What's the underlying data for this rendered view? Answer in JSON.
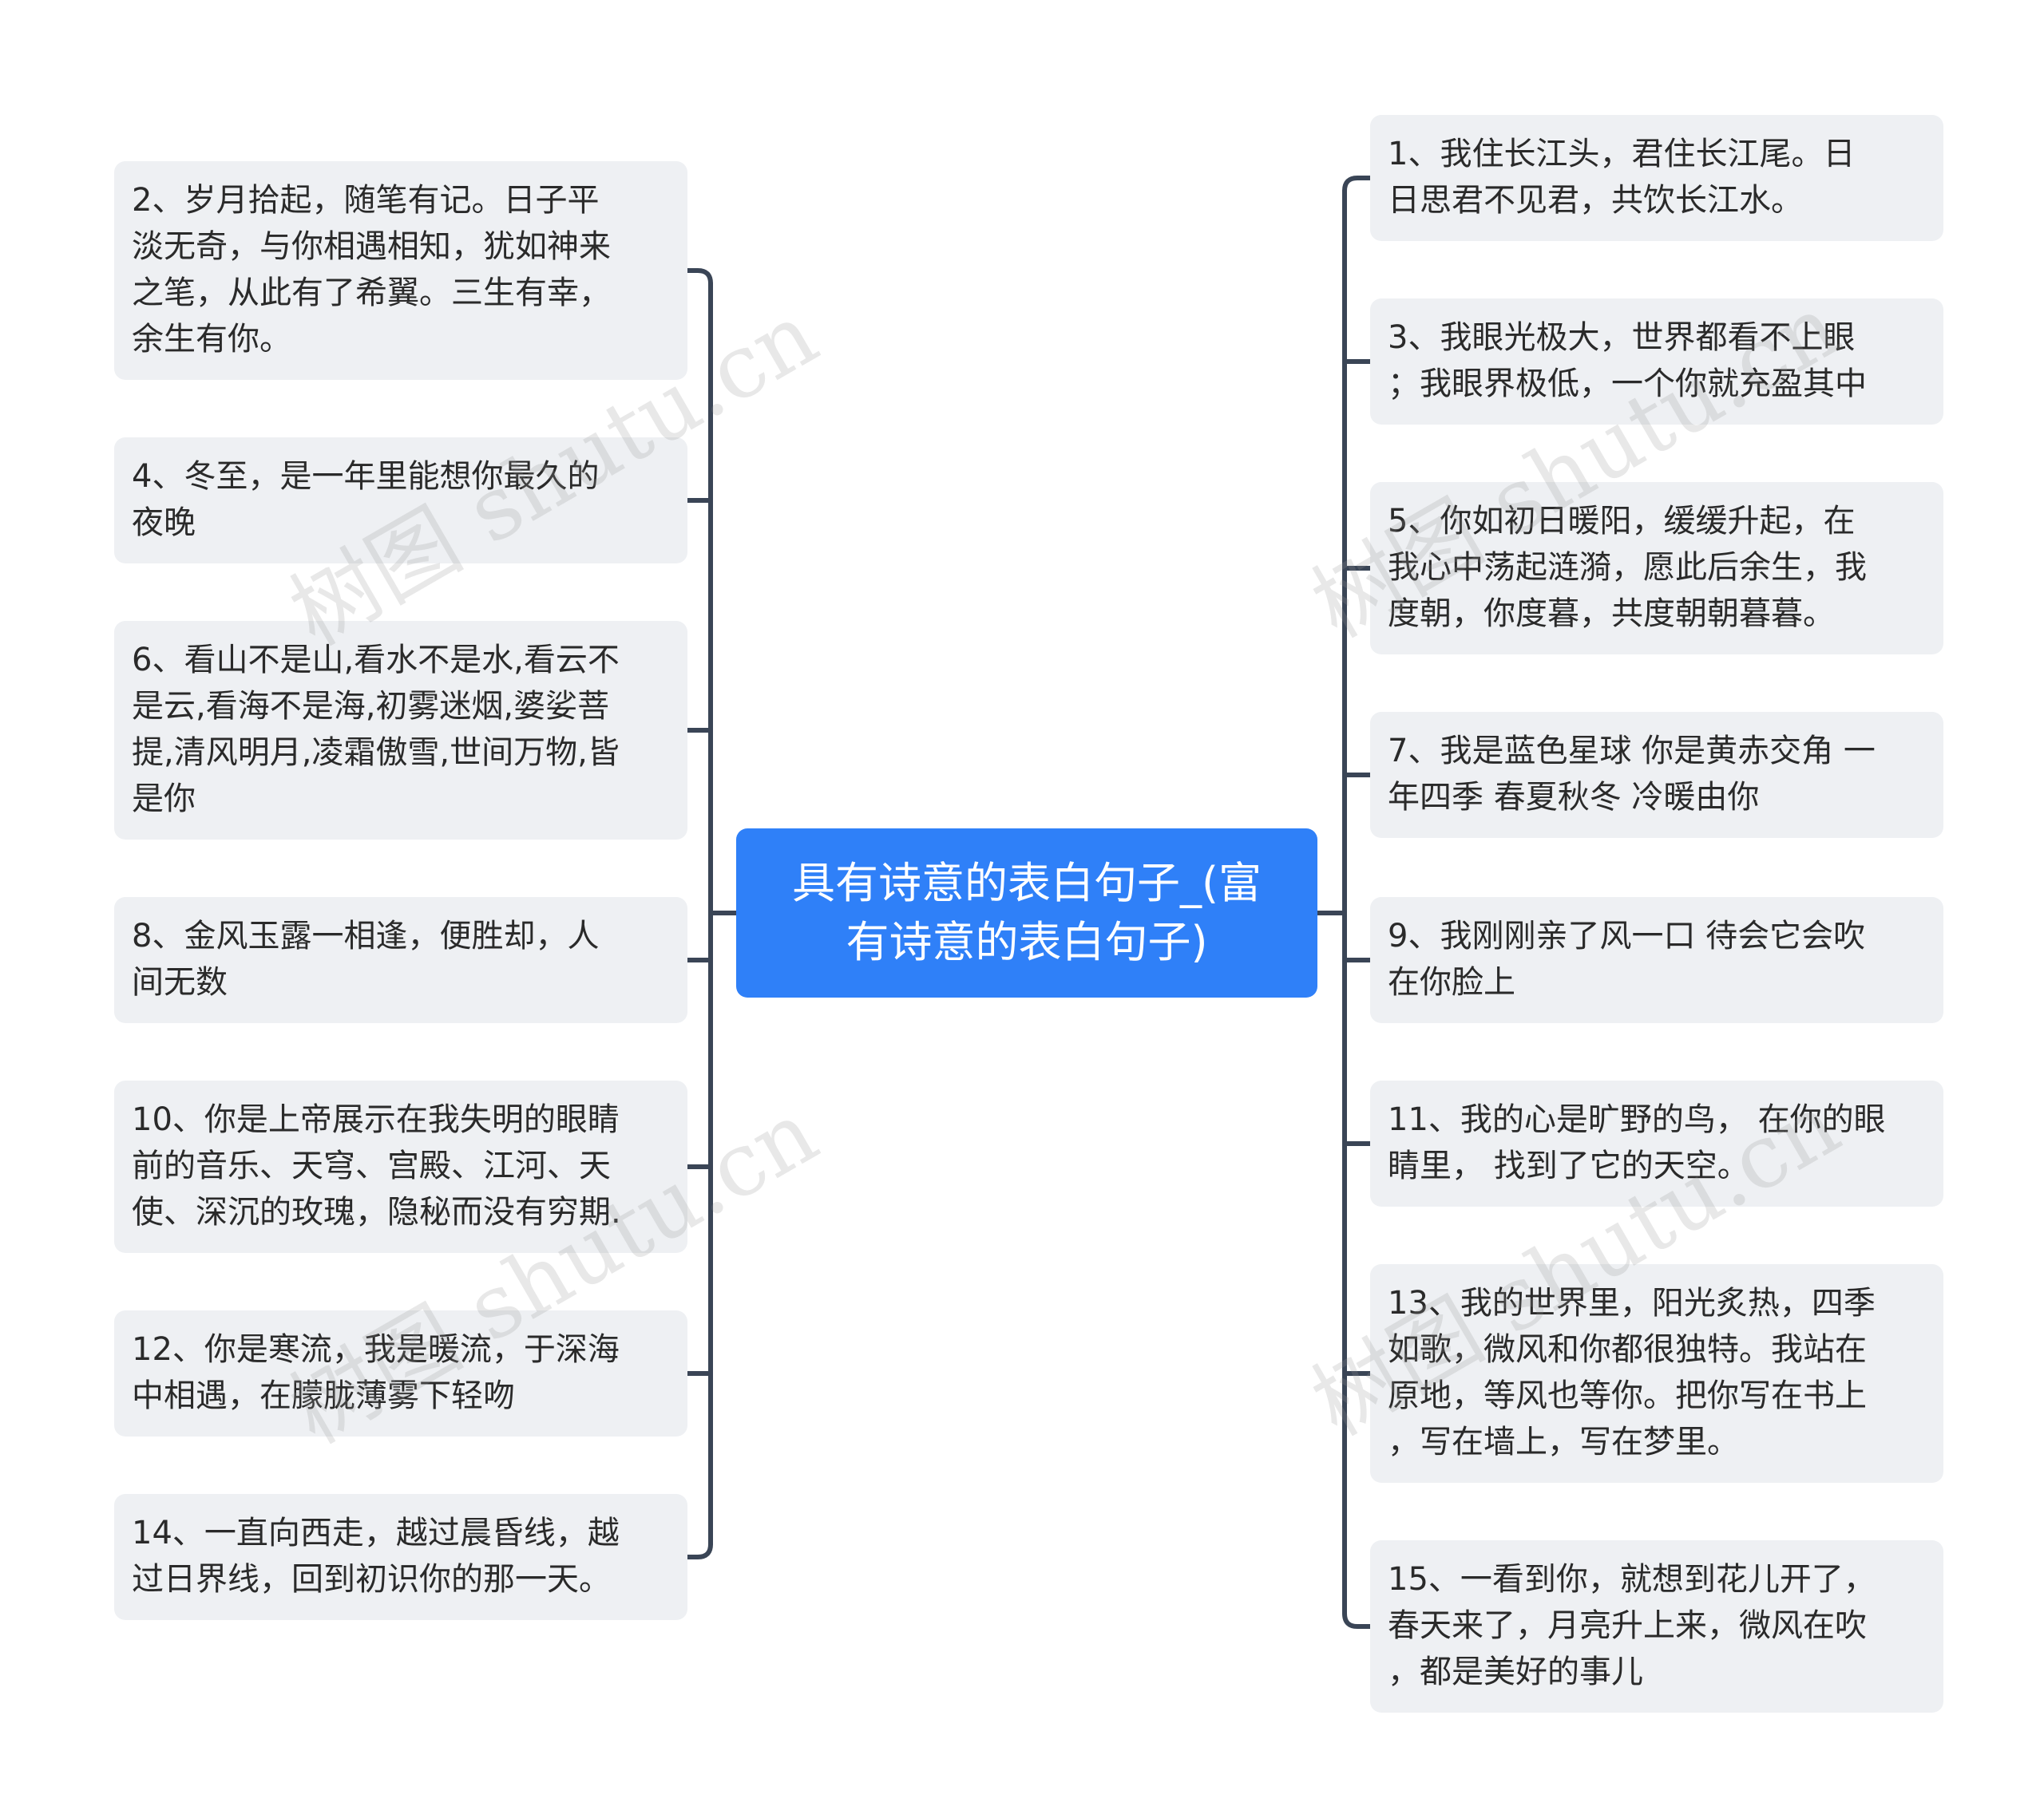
{
  "root": {
    "text": "具有诗意的表白句子_(富\n有诗意的表白句子)"
  },
  "left_items": [
    {
      "text": "2、岁月拾起，随笔有记。日子平\n淡无奇，与你相遇相知，犹如神来\n之笔，从此有了希翼。三生有幸，\n余生有你。"
    },
    {
      "text": "4、冬至，是一年里能想你最久的\n夜晚"
    },
    {
      "text": "6、看山不是山,看水不是水,看云不\n是云,看海不是海,初雾迷烟,婆娑菩\n提,清风明月,凌霜傲雪,世间万物,皆\n是你"
    },
    {
      "text": "8、金风玉露一相逢，便胜却，人\n间无数"
    },
    {
      "text": "10、你是上帝展示在我失明的眼睛\n前的音乐、天穹、宫殿、江河、天\n使、深沉的玫瑰，隐秘而没有穷期."
    },
    {
      "text": "12、你是寒流，我是暖流，于深海\n中相遇，在朦胧薄雾下轻吻"
    },
    {
      "text": "14、一直向西走，越过晨昏线，越\n过日界线，回到初识你的那一天。"
    }
  ],
  "right_items": [
    {
      "text": "1、我住长江头，君住长江尾。日\n日思君不见君，共饮长江水。"
    },
    {
      "text": "3、我眼光极大，世界都看不上眼\n；我眼界极低，一个你就充盈其中"
    },
    {
      "text": "5、你如初日暖阳，缓缓升起，在\n我心中荡起涟漪，愿此后余生，我\n度朝，你度暮，共度朝朝暮暮。"
    },
    {
      "text": "7、我是蓝色星球 你是黄赤交角 一\n年四季 春夏秋冬 冷暖由你"
    },
    {
      "text": "9、我刚刚亲了风一口 待会它会吹\n在你脸上"
    },
    {
      "text": "11、我的心是旷野的鸟， 在你的眼\n睛里， 找到了它的天空。"
    },
    {
      "text": "13、我的世界里，阳光炙热，四季\n如歌，微风和你都很独特。我站在\n原地，等风也等你。把你写在书上\n，写在墙上，写在梦里。"
    },
    {
      "text": "15、一看到你，就想到花儿开了，\n春天来了，月亮升上来，微风在吹\n，都是美好的事儿"
    }
  ],
  "watermarks": [
    "树图 shutu.cn",
    "树图 shutu.cn",
    "树图 shutu.cn",
    "树图 shutu.cn"
  ],
  "colors": {
    "root_fill": "#2f80f8",
    "node_fill": "#eef0f3",
    "connector": "#3a4556"
  }
}
